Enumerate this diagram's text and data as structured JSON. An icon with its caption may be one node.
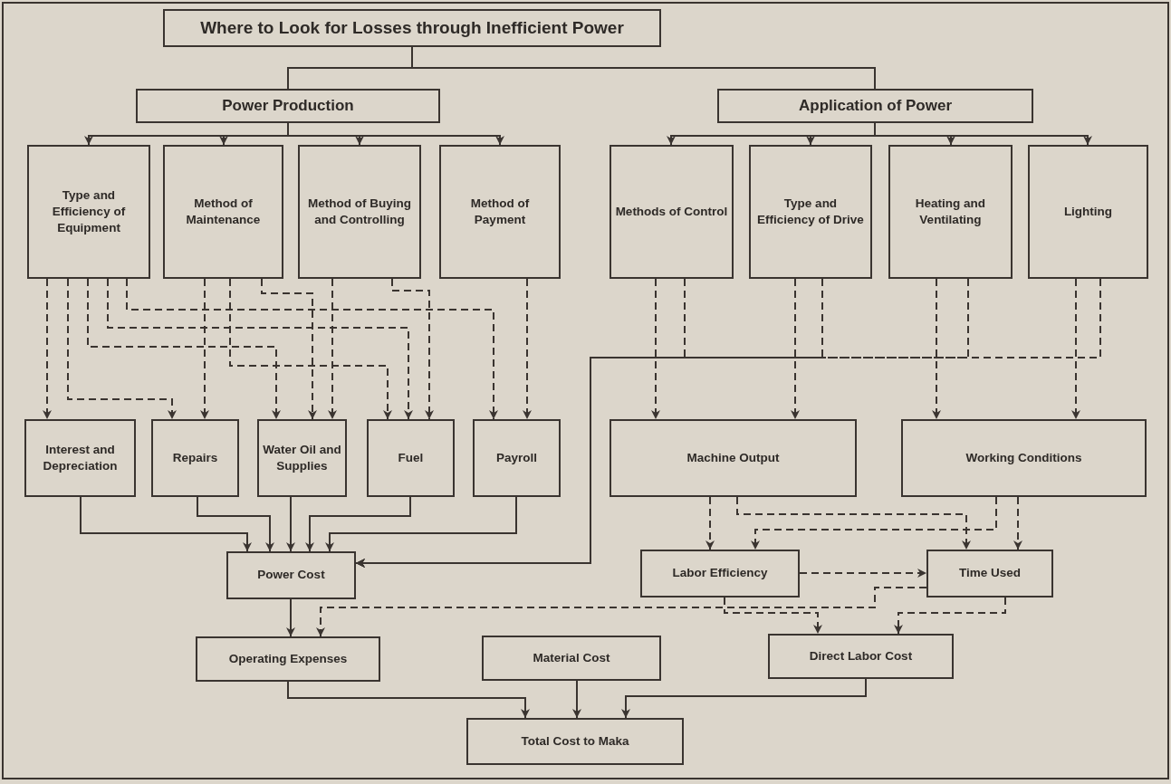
{
  "diagram": {
    "nodes": [
      {
        "text": [
          "Where to Look for Losses through Inefficient Power"
        ]
      },
      {
        "text": [
          "Power Production"
        ]
      },
      {
        "text": [
          "Application of Power"
        ]
      },
      {
        "text": [
          "Type and Efficiency of Equipment"
        ]
      },
      {
        "text": [
          "Method of Maintenance"
        ]
      },
      {
        "text": [
          "Method of Buying and Controlling"
        ]
      },
      {
        "text": [
          "Method of Payment"
        ]
      },
      {
        "text": [
          "Methods of Control"
        ]
      },
      {
        "text": [
          "Type and Efficiency of Drive"
        ]
      },
      {
        "text": [
          "Heating and Ventilating"
        ]
      },
      {
        "text": [
          "Lighting"
        ]
      },
      {
        "text": [
          "Interest and Depreciation"
        ]
      },
      {
        "text": [
          "Repairs"
        ]
      },
      {
        "text": [
          "Water Oil and Supplies"
        ]
      },
      {
        "text": [
          "Fuel"
        ]
      },
      {
        "text": [
          "Payroll"
        ]
      },
      {
        "text": [
          "Machine Output"
        ]
      },
      {
        "text": [
          "Working Conditions"
        ]
      },
      {
        "text": [
          "Power Cost"
        ]
      },
      {
        "text": [
          "Labor Efficiency"
        ]
      },
      {
        "text": [
          "Time Used"
        ]
      },
      {
        "text": [
          "Operating Expenses"
        ]
      },
      {
        "text": [
          "Material Cost"
        ]
      },
      {
        "text": [
          "Direct Labor Cost"
        ]
      },
      {
        "text": [
          "Total Cost to Maka"
        ]
      }
    ],
    "edges": [
      {
        "from": 0,
        "to": 1,
        "arrow": "none"
      },
      {
        "from": 0,
        "to": 2,
        "arrow": "none"
      },
      {
        "from": 1,
        "to": 3,
        "arrow": "to"
      },
      {
        "from": 1,
        "to": 4,
        "arrow": "to"
      },
      {
        "from": 1,
        "to": 5,
        "arrow": "to"
      },
      {
        "from": 1,
        "to": 6,
        "arrow": "to"
      },
      {
        "from": 2,
        "to": 7,
        "arrow": "to"
      },
      {
        "from": 2,
        "to": 8,
        "arrow": "to"
      },
      {
        "from": 2,
        "to": 9,
        "arrow": "to"
      },
      {
        "from": 2,
        "to": 10,
        "arrow": "to"
      },
      {
        "from": 3,
        "to": 11,
        "arrow": "to",
        "style": "dashed"
      },
      {
        "from": 3,
        "to": 12,
        "arrow": "to",
        "style": "dashed"
      },
      {
        "from": 3,
        "to": 13,
        "arrow": "to",
        "style": "dashed"
      },
      {
        "from": 3,
        "to": 14,
        "arrow": "to",
        "style": "dashed"
      },
      {
        "from": 3,
        "to": 15,
        "arrow": "to",
        "style": "dashed"
      },
      {
        "from": 4,
        "to": 12,
        "arrow": "to",
        "style": "dashed"
      },
      {
        "from": 4,
        "to": 14,
        "arrow": "to",
        "style": "dashed"
      },
      {
        "from": 4,
        "to": 13,
        "arrow": "to",
        "style": "dashed"
      },
      {
        "from": 5,
        "to": 13,
        "arrow": "to",
        "style": "dashed"
      },
      {
        "from": 5,
        "to": 14,
        "arrow": "to",
        "style": "dashed"
      },
      {
        "from": 6,
        "to": 15,
        "arrow": "to",
        "style": "dashed"
      },
      {
        "from": 11,
        "to": 18,
        "arrow": "to"
      },
      {
        "from": 12,
        "to": 18,
        "arrow": "to"
      },
      {
        "from": 13,
        "to": 18,
        "arrow": "to"
      },
      {
        "from": 14,
        "to": 18,
        "arrow": "to"
      },
      {
        "from": 15,
        "to": 18,
        "arrow": "to"
      },
      {
        "from": 7,
        "to": 16,
        "arrow": "to",
        "style": "dashed"
      },
      {
        "from": 7,
        "to": 18,
        "arrow": "to",
        "style": "dashed"
      },
      {
        "from": 8,
        "to": 16,
        "arrow": "to",
        "style": "dashed"
      },
      {
        "from": 8,
        "to": 18,
        "arrow": "to",
        "style": "dashed"
      },
      {
        "from": 9,
        "to": 17,
        "arrow": "to",
        "style": "dashed"
      },
      {
        "from": 9,
        "to": 18,
        "arrow": "to",
        "style": "dashed"
      },
      {
        "from": 10,
        "to": 17,
        "arrow": "to",
        "style": "dashed"
      },
      {
        "from": 10,
        "to": 18,
        "arrow": "to",
        "style": "dashed"
      },
      {
        "from": 16,
        "to": 19,
        "arrow": "to",
        "style": "dashed"
      },
      {
        "from": 16,
        "to": 20,
        "arrow": "to",
        "style": "dashed"
      },
      {
        "from": 17,
        "to": 19,
        "arrow": "to",
        "style": "dashed"
      },
      {
        "from": 17,
        "to": 20,
        "arrow": "to",
        "style": "dashed"
      },
      {
        "from": 19,
        "to": 20,
        "arrow": "to",
        "style": "dashed"
      },
      {
        "from": 20,
        "to": 21,
        "arrow": "to",
        "style": "dashed"
      },
      {
        "from": 19,
        "to": 23,
        "arrow": "to",
        "style": "dashed"
      },
      {
        "from": 20,
        "to": 23,
        "arrow": "to",
        "style": "dashed"
      },
      {
        "from": 18,
        "to": 21,
        "arrow": "to"
      },
      {
        "from": 21,
        "to": 24,
        "arrow": "to"
      },
      {
        "from": 22,
        "to": 24,
        "arrow": "to"
      },
      {
        "from": 23,
        "to": 24,
        "arrow": "to"
      }
    ]
  }
}
